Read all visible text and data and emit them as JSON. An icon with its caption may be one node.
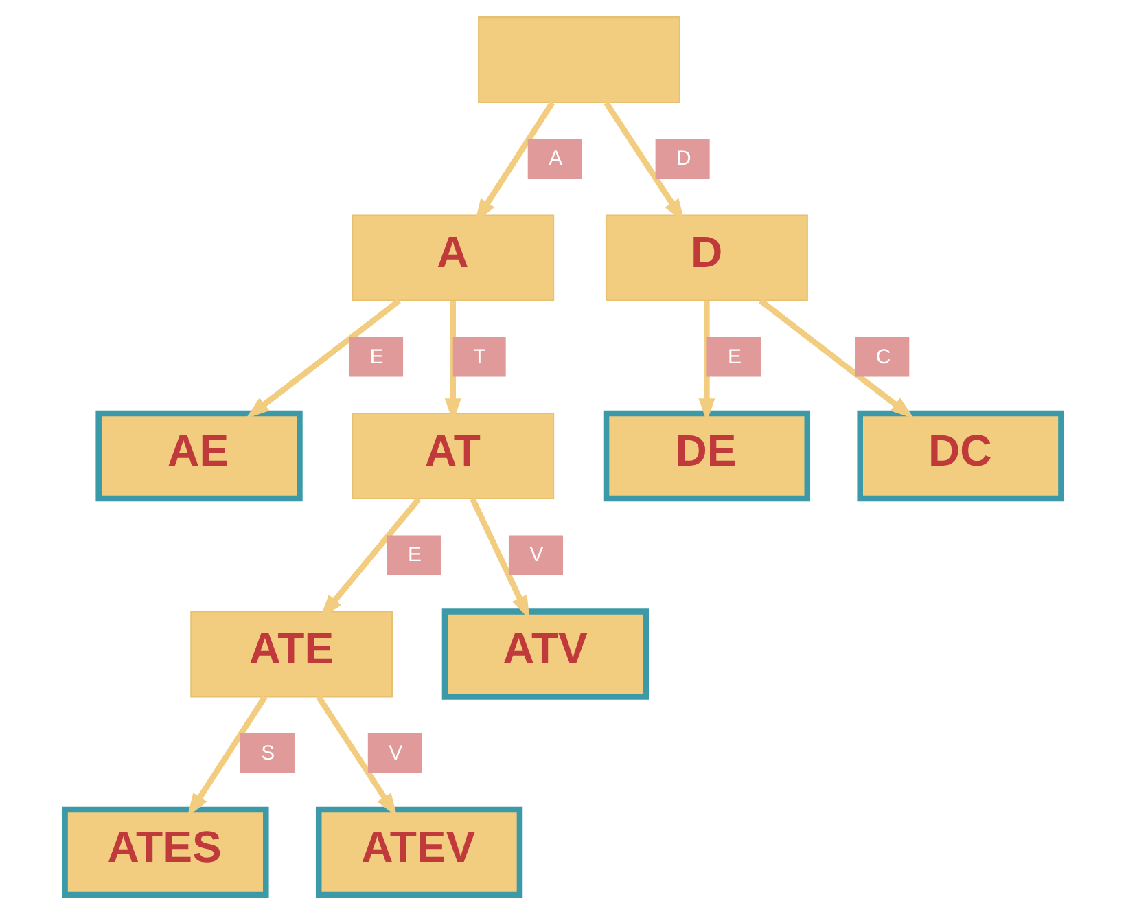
{
  "diagram": {
    "nodes": [
      {
        "text": [],
        "shape": "box"
      },
      {
        "text": [
          "A"
        ]
      },
      {
        "text": [
          "D"
        ]
      },
      {
        "text": [
          "AE"
        ]
      },
      {
        "text": [
          "AT"
        ]
      },
      {
        "text": [
          "DE"
        ]
      },
      {
        "text": [
          "DC"
        ]
      },
      {
        "text": [
          "ATE"
        ]
      },
      {
        "text": [
          "ATV"
        ]
      },
      {
        "text": [
          "ATES"
        ]
      },
      {
        "text": [
          "ATEV"
        ]
      }
    ],
    "edges": [
      {
        "from": 0,
        "to": 1,
        "arrow": "to",
        "label": "A"
      },
      {
        "from": 0,
        "to": 2,
        "arrow": "to",
        "label": "D"
      },
      {
        "from": 1,
        "to": 3,
        "arrow": "to",
        "label": "E"
      },
      {
        "from": 1,
        "to": 4,
        "arrow": "to",
        "label": "T"
      },
      {
        "from": 2,
        "to": 5,
        "arrow": "to",
        "label": "E"
      },
      {
        "from": 2,
        "to": 6,
        "arrow": "to",
        "label": "C"
      },
      {
        "from": 4,
        "to": 7,
        "arrow": "to",
        "label": "E"
      },
      {
        "from": 4,
        "to": 8,
        "arrow": "to",
        "label": "V"
      },
      {
        "from": 7,
        "to": 9,
        "arrow": "to",
        "label": "S"
      },
      {
        "from": 7,
        "to": 10,
        "arrow": "to",
        "label": "V"
      }
    ]
  }
}
